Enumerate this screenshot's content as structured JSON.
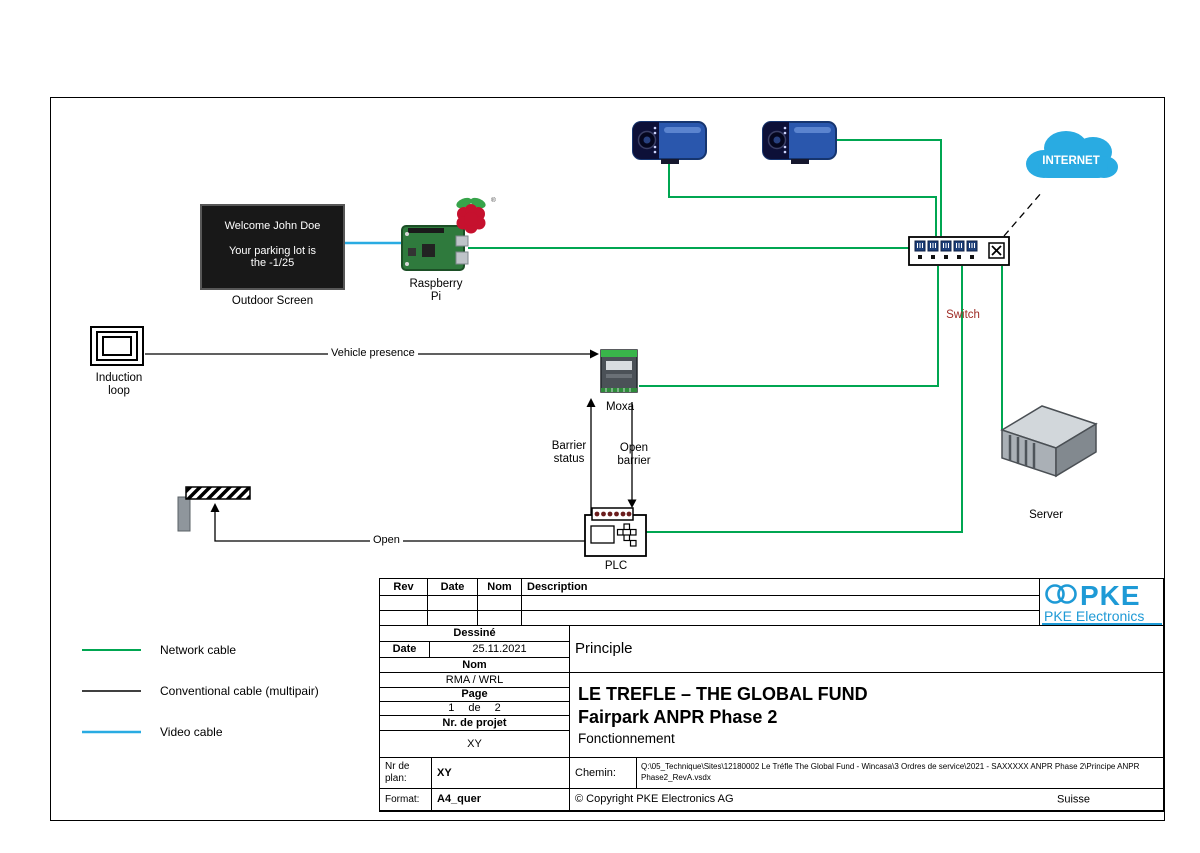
{
  "colors": {
    "network_cable": "#00a651",
    "conventional_cable": "#000000",
    "video_cable": "#29abe2",
    "internet_cloud": "#29abe2",
    "pke_blue": "#1e9ad6",
    "switch_label": "#9e2b25"
  },
  "diagram": {
    "internet_label": "INTERNET",
    "outdoor_screen": {
      "caption": "Outdoor Screen",
      "line1": "Welcome John Doe",
      "line2": "Your parking lot is",
      "line3": "the -1/25"
    },
    "raspberry_pi": {
      "caption_line1": "Raspberry",
      "caption_line2": "Pi",
      "registered": "®"
    },
    "switch_caption": "Switch",
    "induction_loop": {
      "caption_line1": "Induction",
      "caption_line2": "loop"
    },
    "moxa_caption": "Moxa",
    "plc_caption": "PLC",
    "server_caption": "Server",
    "labels": {
      "vehicle_presence": "Vehicle presence",
      "barrier_status_1": "Barrier",
      "barrier_status_2": "status",
      "open_barrier_1": "Open",
      "open_barrier_2": "barrier",
      "open": "Open"
    }
  },
  "legend": {
    "network": "Network cable",
    "conventional": "Conventional cable (multipair)",
    "video": "Video cable"
  },
  "title_block": {
    "rev": "Rev",
    "date_col": "Date",
    "nom_col": "Nom",
    "description_col": "Description",
    "dessine": "Dessiné",
    "date_label": "Date",
    "date_value": "25.11.2021",
    "nom_label": "Nom",
    "nom_value": "RMA / WRL",
    "page_label": "Page",
    "page_current": "1",
    "page_sep": "de",
    "page_total": "2",
    "project_label": "Nr. de projet",
    "project_value": "XY",
    "plan_label": "Nr de plan:",
    "plan_value": "XY",
    "format_label": "Format:",
    "format_value": "A4_quer",
    "principle": "Principle",
    "title_line1": "LE TREFLE – THE GLOBAL FUND",
    "title_line2": "Fairpark ANPR Phase 2",
    "title_line3": "Fonctionnement",
    "chemin_label": "Chemin:",
    "chemin_value": "Q:\\05_Technique\\Sites\\12180002 Le Tréfle  The Global Fund - Wincasa\\3 Ordres de service\\2021 - SAXXXXX ANPR Phase 2\\Principe ANPR Phase2_RevA.vsdx",
    "copyright": "© Copyright PKE Electronics AG",
    "country": "Suisse"
  },
  "logo": {
    "name": "PKE",
    "subtitle": "PKE Electronics"
  }
}
